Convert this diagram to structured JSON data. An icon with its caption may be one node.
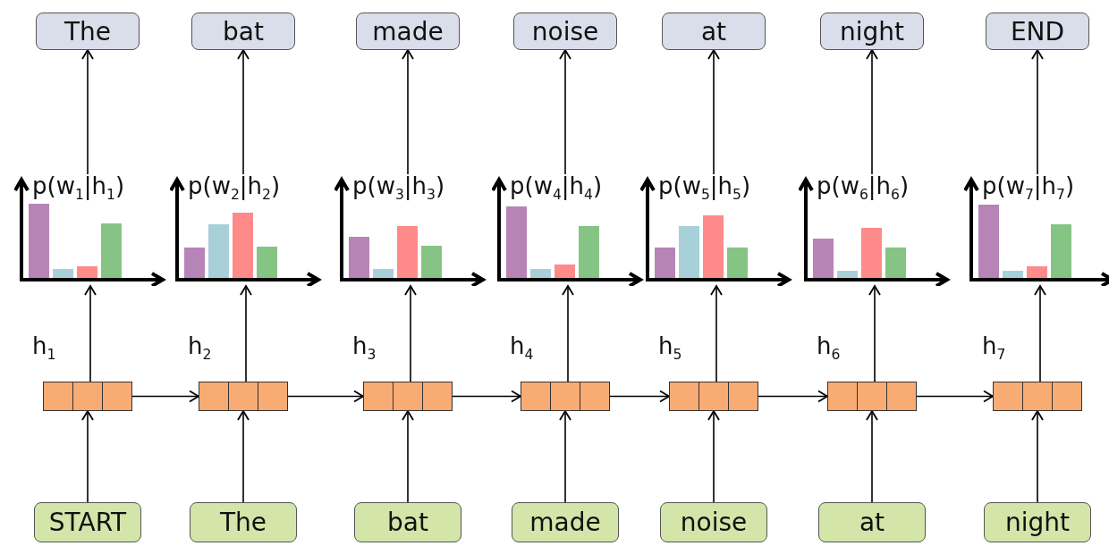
{
  "diagram": {
    "nodes": [
      {
        "text": [
          "The"
        ]
      },
      {
        "text": [
          "bat"
        ]
      },
      {
        "text": [
          "made"
        ]
      },
      {
        "text": [
          "noise"
        ]
      },
      {
        "text": [
          "at"
        ]
      },
      {
        "text": [
          "night"
        ]
      },
      {
        "text": [
          "END"
        ]
      },
      {
        "text": [
          "p(w$_{1}$|h$_{1}$)"
        ]
      },
      {
        "text": [
          "p(w$_{2}$|h$_{2}$)"
        ]
      },
      {
        "text": [
          "p(w$_{3}$|h$_{3}$)"
        ]
      },
      {
        "text": [
          "p(w$_{4}$|h$_{4}$)"
        ]
      },
      {
        "text": [
          "p(w$_{5}$|h$_{5}$)"
        ]
      },
      {
        "text": [
          "p(w$_{6}$|h$_{6}$)"
        ]
      },
      {
        "text": [
          "p(w$_{7}$|h$_{7}$)"
        ]
      },
      {
        "text": [],
        "shape": "box",
        "beside": [
          "h$_{1}$"
        ]
      },
      {
        "text": [],
        "shape": "box",
        "beside": [
          "h$_{2}$"
        ]
      },
      {
        "text": [],
        "shape": "box",
        "beside": [
          "h$_{3}$"
        ]
      },
      {
        "text": [],
        "shape": "box",
        "beside": [
          "h$_{4}$"
        ]
      },
      {
        "text": [],
        "shape": "box",
        "beside": [
          "h$_{5}$"
        ]
      },
      {
        "text": [],
        "shape": "box",
        "beside": [
          "h$_{6}$"
        ]
      },
      {
        "text": [],
        "shape": "box",
        "beside": [
          "h$_{7}$"
        ]
      },
      {
        "text": [
          "START"
        ]
      },
      {
        "text": [
          "The"
        ]
      },
      {
        "text": [
          "bat"
        ]
      },
      {
        "text": [
          "made"
        ]
      },
      {
        "text": [
          "noise"
        ]
      },
      {
        "text": [
          "at"
        ]
      },
      {
        "text": [
          "night"
        ]
      }
    ],
    "edges": [
      {
        "from": 21,
        "to": 14,
        "arrow": "to"
      },
      {
        "from": 14,
        "to": 7,
        "arrow": "to"
      },
      {
        "from": 7,
        "to": 0,
        "arrow": "to"
      },
      {
        "from": 14,
        "to": 15,
        "arrow": "to"
      },
      {
        "from": 22,
        "to": 15,
        "arrow": "to"
      },
      {
        "from": 15,
        "to": 8,
        "arrow": "to"
      },
      {
        "from": 8,
        "to": 1,
        "arrow": "to"
      },
      {
        "from": 15,
        "to": 16,
        "arrow": "to"
      },
      {
        "from": 23,
        "to": 16,
        "arrow": "to"
      },
      {
        "from": 16,
        "to": 9,
        "arrow": "to"
      },
      {
        "from": 9,
        "to": 2,
        "arrow": "to"
      },
      {
        "from": 16,
        "to": 17,
        "arrow": "to"
      },
      {
        "from": 24,
        "to": 17,
        "arrow": "to"
      },
      {
        "from": 17,
        "to": 10,
        "arrow": "to"
      },
      {
        "from": 10,
        "to": 3,
        "arrow": "to"
      },
      {
        "from": 17,
        "to": 18,
        "arrow": "to"
      },
      {
        "from": 25,
        "to": 18,
        "arrow": "to"
      },
      {
        "from": 18,
        "to": 11,
        "arrow": "to"
      },
      {
        "from": 11,
        "to": 4,
        "arrow": "to"
      },
      {
        "from": 18,
        "to": 19,
        "arrow": "to"
      },
      {
        "from": 26,
        "to": 19,
        "arrow": "to"
      },
      {
        "from": 19,
        "to": 12,
        "arrow": "to"
      },
      {
        "from": 12,
        "to": 5,
        "arrow": "to"
      },
      {
        "from": 19,
        "to": 20,
        "arrow": "to"
      },
      {
        "from": 27,
        "to": 20,
        "arrow": "to"
      },
      {
        "from": 20,
        "to": 13,
        "arrow": "to"
      },
      {
        "from": 13,
        "to": 6,
        "arrow": "to"
      }
    ]
  }
}
